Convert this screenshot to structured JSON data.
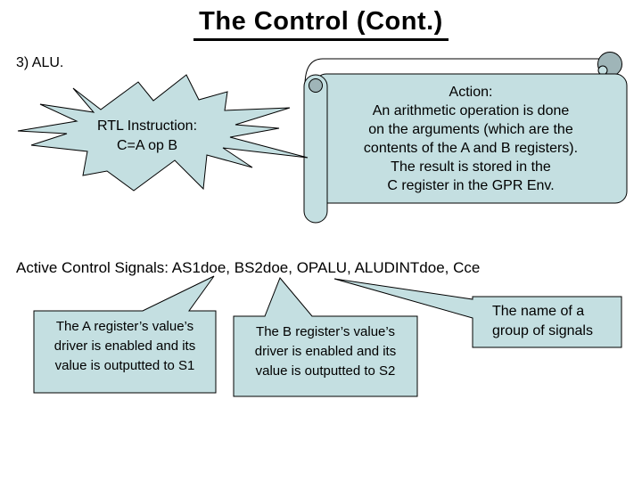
{
  "slide": {
    "title": "The Control (Cont.)",
    "section_label": "3) ALU.",
    "signals_line": "Active Control Signals: AS1doe, BS2doe, OPALU, ALUDINTdoe, Cce"
  },
  "starburst": {
    "line1": "RTL Instruction:",
    "line2": "C=A op B"
  },
  "scroll": {
    "line1": "Action:",
    "line2": "An arithmetic operation is done",
    "line3": "on the arguments (which are the",
    "line4": "contents of the A and B registers).",
    "line5": "The result is stored in the",
    "line6": "C register in the GPR Env."
  },
  "callouts": {
    "a": {
      "line1": "The A register’s value’s",
      "line2": "driver is enabled and its",
      "line3": "value is outputted to S1"
    },
    "b": {
      "line1": "The B register’s value’s",
      "line2": "driver is enabled and its",
      "line3": "value is outputted to S2"
    },
    "name": {
      "line1": "The name of a",
      "line2": "group of signals"
    }
  },
  "colors": {
    "shape_fill": "#c4dfe1",
    "curl_fill": "#9fb5b8",
    "shape_stroke": "#000000",
    "background": "#ffffff",
    "text": "#000000"
  }
}
